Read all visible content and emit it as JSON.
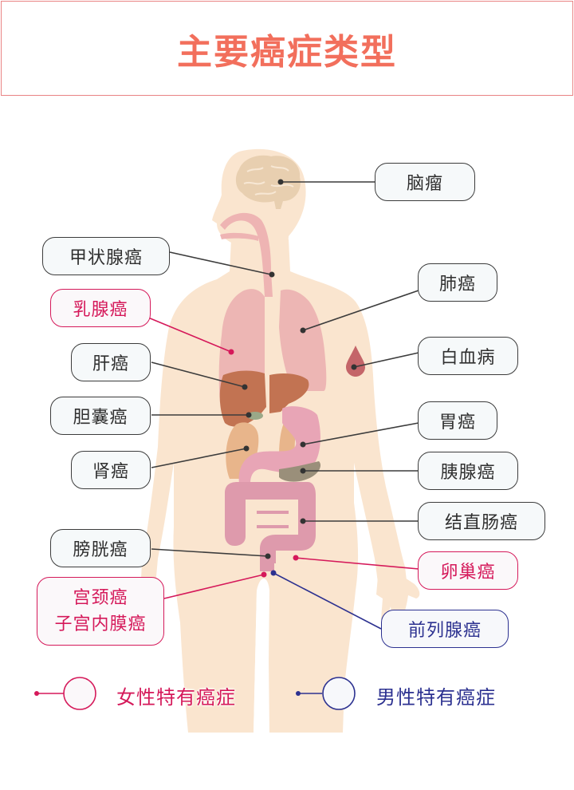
{
  "header": {
    "title": "主要癌症类型"
  },
  "colors": {
    "title": "#f26f5c",
    "title_border": "#e98384",
    "skin": "#fae5cf",
    "general_outline": "#3c3c3c",
    "female_accent": "#d5195a",
    "male_accent": "#2c3190"
  },
  "labels": {
    "brain": "脑瘤",
    "thyroid": "甲状腺癌",
    "breast": "乳腺癌",
    "lung": "肺癌",
    "leukemia": "白血病",
    "liver": "肝癌",
    "gallbladder": "胆囊癌",
    "stomach": "胃癌",
    "kidney": "肾癌",
    "pancreas": "胰腺癌",
    "colorectal": "结直肠癌",
    "bladder": "膀胱癌",
    "ovary": "卵巢癌",
    "cervical_line1": "宫颈癌",
    "cervical_line2": "子宫内膜癌",
    "prostate": "前列腺癌"
  },
  "legend": {
    "female": "女性特有癌症",
    "male": "男性特有癌症"
  }
}
